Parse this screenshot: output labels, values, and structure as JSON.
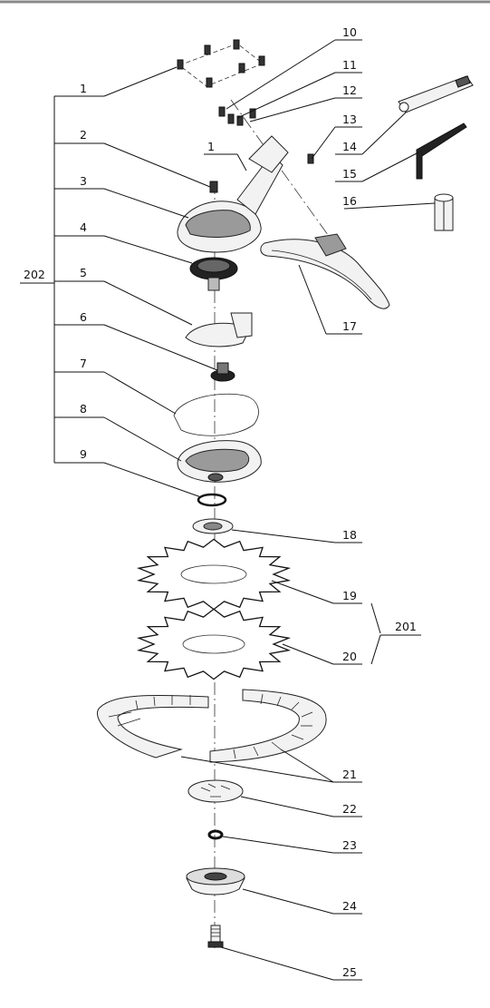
{
  "labels": {
    "l1": "1",
    "l1b": "1",
    "l2": "2",
    "l3": "3",
    "l4": "4",
    "l5": "5",
    "l6": "6",
    "l7": "7",
    "l8": "8",
    "l9": "9",
    "l10": "10",
    "l11": "11",
    "l12": "12",
    "l13": "13",
    "l14": "14",
    "l15": "15",
    "l16": "16",
    "l17": "17",
    "l18": "18",
    "l19": "19",
    "l20": "20",
    "l21": "21",
    "l22": "22",
    "l23": "23",
    "l24": "24",
    "l25": "25",
    "l201": "201",
    "l202": "202"
  }
}
